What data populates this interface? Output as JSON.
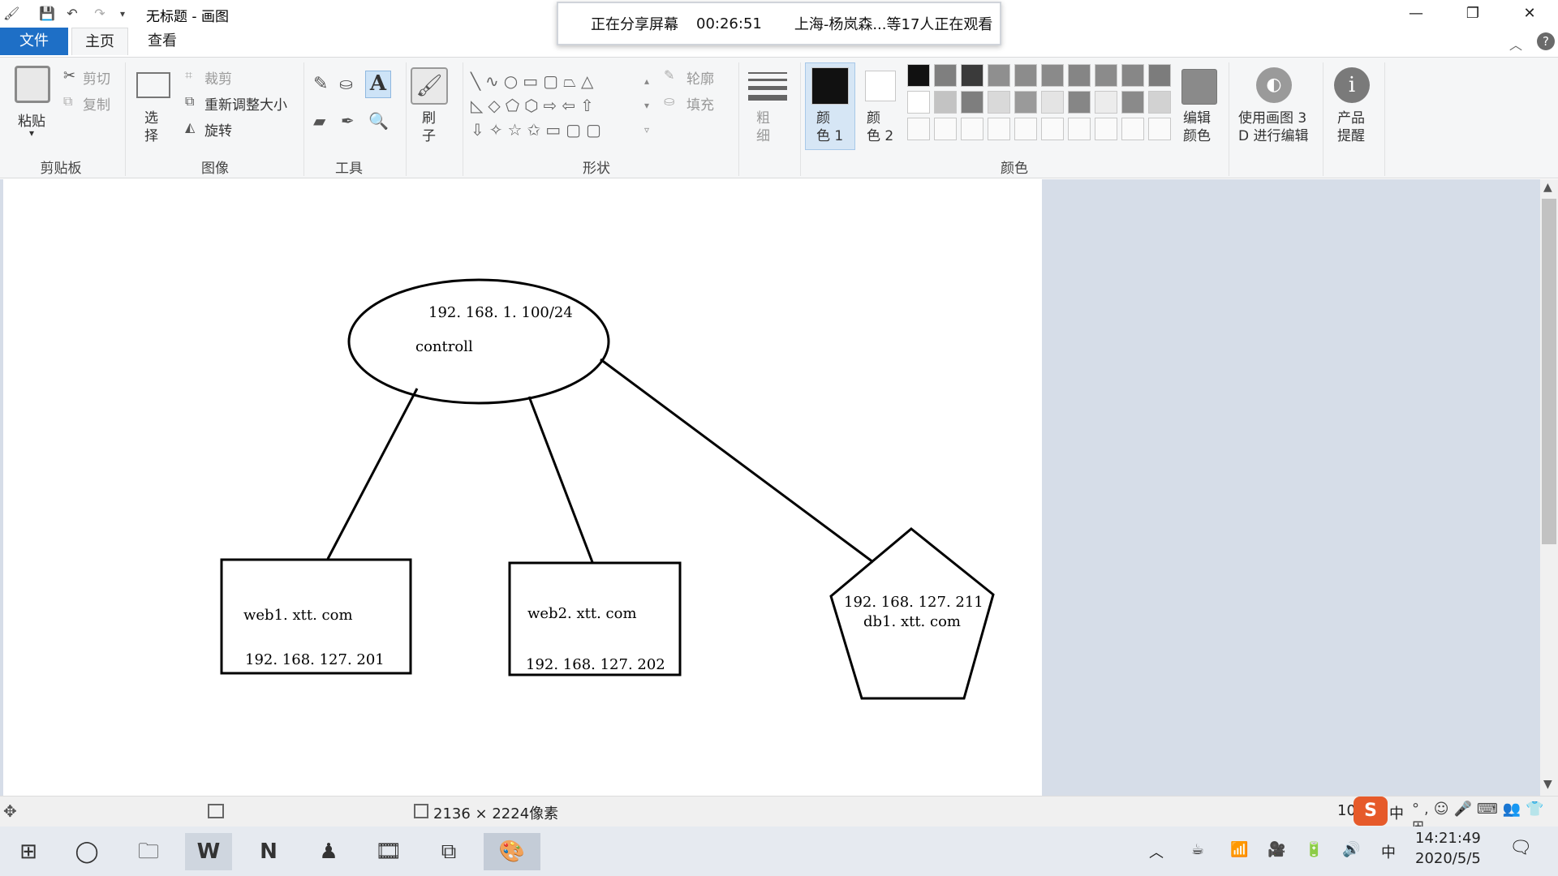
{
  "window": {
    "title": "无标题 - 画图",
    "minimize": "—",
    "restore": "❐",
    "close": "✕"
  },
  "share_bar": {
    "status": "正在分享屏幕",
    "timer": "00:26:51",
    "viewers": "上海-杨岚森...等17人正在观看"
  },
  "tabs": [
    {
      "label": "文件"
    },
    {
      "label": "主页"
    },
    {
      "label": "查看"
    }
  ],
  "ribbon": {
    "clipboard": {
      "paste": "粘贴",
      "cut": "剪切",
      "copy": "复制",
      "group": "剪贴板"
    },
    "image": {
      "select": "选\n择",
      "crop": "裁剪",
      "resize": "重新调整大小",
      "rotate": "旋转",
      "group": "图像"
    },
    "tools": {
      "group": "工具"
    },
    "brush": {
      "label": "刷\n子"
    },
    "shapes": {
      "outline": "轮廓",
      "fill": "填充",
      "group": "形状"
    },
    "size": {
      "label": "粗\n细"
    },
    "color1": {
      "label": "颜\n色 1"
    },
    "color2": {
      "label": "颜\n色 2"
    },
    "colors": {
      "group": "颜色"
    },
    "edit_colors": {
      "label": "编辑\n颜色"
    },
    "paint3d": {
      "label": "使用画图 3\nD 进行编辑"
    },
    "product_alert": {
      "label": "产品\n提醒"
    }
  },
  "palette_row1": [
    "#111111",
    "#7f7f7f",
    "#3a3a3a",
    "#8f8f8f",
    "#8c8c8c",
    "#8a8a8a",
    "#858585",
    "#8b8b8b",
    "#878787",
    "#7c7c7c"
  ],
  "palette_row2": [
    "#ffffff",
    "#c3c3c3",
    "#7e7e7e",
    "#d9d9d9",
    "#9a9a9a",
    "#e4e4e4",
    "#868686",
    "#ececec",
    "#8a8a8a",
    "#d2d2d2"
  ],
  "diagram": {
    "controller": {
      "ip": "192. 168. 1. 100/24",
      "name": "controll"
    },
    "web1": {
      "name": "web1. xtt. com",
      "ip": "192. 168. 127. 201"
    },
    "web2": {
      "name": "web2. xtt. com",
      "ip": "192. 168. 127. 202"
    },
    "db1": {
      "ip": "192. 168. 127. 211",
      "name": "db1. xtt. com"
    }
  },
  "status_bar": {
    "dimensions": "2136 × 2224像素",
    "zoom": "100%"
  },
  "ime": {
    "lang": "中"
  },
  "taskbar": {
    "time": "14:21:49",
    "date": "2020/5/5",
    "input_lang": "中"
  }
}
